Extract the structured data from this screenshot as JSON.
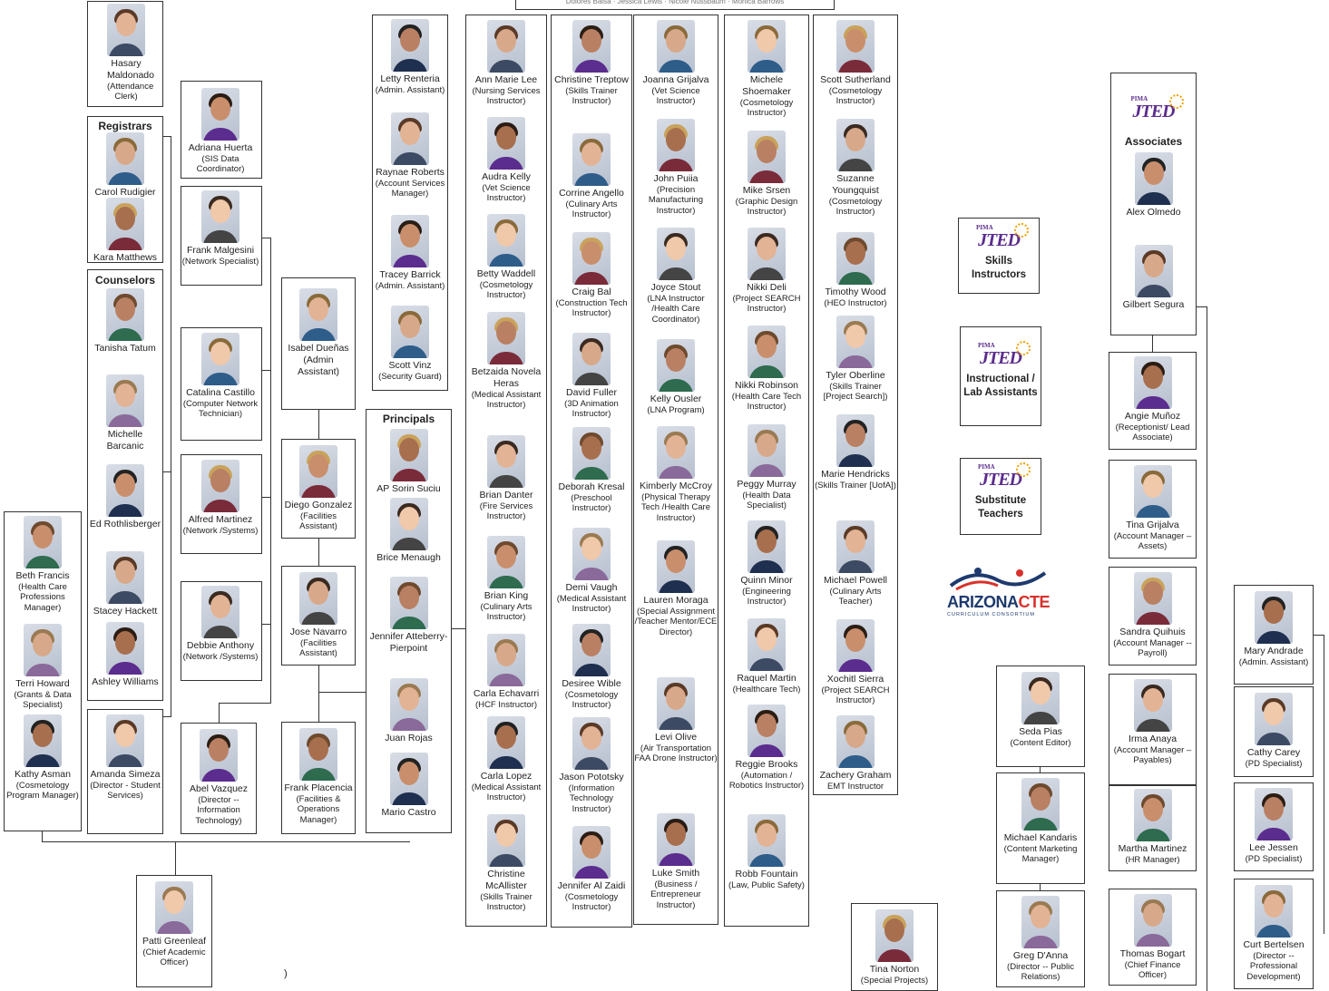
{
  "top_bar_text": "Dolores Balsa · Jessica Lewis · Nicole Nussbaum · Monica Barrows",
  "headers": {
    "registrars": "Registrars",
    "counselors": "Counselors",
    "principals": "Principals",
    "associates": "Associates"
  },
  "logos": {
    "jted_word": "JTED",
    "pima_word": "PIMA",
    "skills": "Skills Instructors",
    "instructional": "Instructional / Lab Assistants",
    "substitute": "Substitute Teachers",
    "azcte_arizona": "ARIZONA",
    "azcte_cte": "CTE",
    "azcte_sub": "CURRICULUM CONSORTIUM"
  },
  "stray_mark": ")",
  "people": {
    "hasary": {
      "name": "Hasary Maldonado",
      "title": "(Attendance Clerk)"
    },
    "adriana": {
      "name": "Adriana Huerta",
      "title": "(SIS Data Coordinator)"
    },
    "carol": {
      "name": "Carol Rudigier",
      "title": ""
    },
    "kara": {
      "name": "Kara Matthews",
      "title": ""
    },
    "frank_m": {
      "name": "Frank Malgesini",
      "title": "(Network Specialist)"
    },
    "tanisha": {
      "name": "Tanisha Tatum",
      "title": ""
    },
    "michelle_b": {
      "name": "Michelle Barcanic",
      "title": ""
    },
    "ed": {
      "name": "Ed Rothlisberger",
      "title": ""
    },
    "stacey": {
      "name": "Stacey Hackett",
      "title": ""
    },
    "ashley": {
      "name": "Ashley Williams",
      "title": ""
    },
    "catalina": {
      "name": "Catalina Castillo",
      "title": "(Computer Network Technician)"
    },
    "alfred": {
      "name": "Alfred Martinez",
      "title": "(Network /Systems)"
    },
    "debbie": {
      "name": "Debbie Anthony",
      "title": "(Network /Systems)"
    },
    "beth": {
      "name": "Beth Francis",
      "title": "(Health Care Professions Manager)"
    },
    "terri": {
      "name": "Terri Howard",
      "title": "(Grants  & Data Specialist)"
    },
    "kathy": {
      "name": "Kathy Asman",
      "title": "(Cosmetology Program Manager)"
    },
    "amanda": {
      "name": "Amanda Simeza",
      "title": "(Director - Student Services)"
    },
    "abel": {
      "name": "Abel Vazquez",
      "title": "(Director -- Information Technology)"
    },
    "isabel": {
      "name": "Isabel Dueñas (Admin Assistant)",
      "title": ""
    },
    "diego": {
      "name": "Diego Gonzalez",
      "title": "(Facilities Assistant)"
    },
    "jose": {
      "name": "Jose Navarro",
      "title": "(Facilities Assistant)"
    },
    "frank_p": {
      "name": "Frank Placencia",
      "title": "(Facilities & Operations Manager)"
    },
    "patti": {
      "name": "Patti Greenleaf",
      "title": "(Chief Academic Officer)"
    },
    "letty": {
      "name": "Letty Renteria",
      "title": "(Admin. Assistant)"
    },
    "raynae": {
      "name": "Raynae Roberts",
      "title": "(Account Services Manager)"
    },
    "tracey": {
      "name": "Tracey Barrick",
      "title": "(Admin. Assistant)"
    },
    "scott_v": {
      "name": "Scott Vinz",
      "title": "(Security Guard)"
    },
    "sorin": {
      "name": "AP Sorin Suciu",
      "title": ""
    },
    "brice": {
      "name": "Brice Menaugh",
      "title": ""
    },
    "jennifer_a": {
      "name": "Jennifer Atteberry-Pierpoint",
      "title": ""
    },
    "juan": {
      "name": "Juan Rojas",
      "title": ""
    },
    "mario": {
      "name": "Mario Castro",
      "title": ""
    },
    "annmarie": {
      "name": "Ann Marie Lee",
      "title": "(Nursing Services Instructor)"
    },
    "audra": {
      "name": "Audra Kelly",
      "title": "(Vet Science Instructor)"
    },
    "betty": {
      "name": "Betty Waddell",
      "title": "(Cosmetology Instructor)"
    },
    "betzaida": {
      "name": "Betzaida Novela Heras",
      "title": "(Medical Assistant Instructor)"
    },
    "brian_d": {
      "name": "Brian Danter",
      "title": "(Fire Services Instructor)"
    },
    "brian_k": {
      "name": "Brian King",
      "title": "(Culinary Arts Instructor)"
    },
    "carla_e": {
      "name": "Carla Echavarri",
      "title": "(HCF Instructor)"
    },
    "carla_l": {
      "name": "Carla Lopez",
      "title": "(Medical Assistant Instructor)"
    },
    "christine_m": {
      "name": "Christine McAllister",
      "title": "(Skills Trainer Instructor)"
    },
    "christine_t": {
      "name": "Christine Treptow",
      "title": "(Skills Trainer Instructor)"
    },
    "corrine": {
      "name": "Corrine Angello",
      "title": "(Culinary Arts Instructor)"
    },
    "craig": {
      "name": "Craig Bal",
      "title": "(Construction Tech  Instructor)"
    },
    "david": {
      "name": "David Fuller",
      "title": "(3D Animation Instructor)"
    },
    "deborah": {
      "name": "Deborah Kresal",
      "title": "(Preschool Instructor)"
    },
    "demi": {
      "name": "Demi Vaugh",
      "title": "(Medical Assistant Instructor)"
    },
    "desiree": {
      "name": "Desiree Wible",
      "title": "(Cosmetology Instructor)"
    },
    "jason": {
      "name": "Jason Pototsky",
      "title": "(Information Technology Instructor)"
    },
    "jennifer_z": {
      "name": "Jennifer Al Zaidi",
      "title": "(Cosmetology Instructor)"
    },
    "joanna": {
      "name": "Joanna Grijalva",
      "title": "(Vet Science Instructor)"
    },
    "john": {
      "name": "John Puiia",
      "title": "(Precision Manufacturing Instructor)"
    },
    "joyce": {
      "name": "Joyce Stout",
      "title": "(LNA Instructor /Health Care Coordinator)"
    },
    "kelly": {
      "name": "Kelly Ousler",
      "title": "(LNA Program)"
    },
    "kimberly": {
      "name": "Kimberly McCroy",
      "title": "(Physical Therapy Tech /Health Care Instructor)"
    },
    "lauren": {
      "name": "Lauren Moraga",
      "title": "(Special Assignment /Teacher Mentor/ECE Director)"
    },
    "levi": {
      "name": "Levi Olive",
      "title": "(Air Transportation FAA Drone Instructor)"
    },
    "luke": {
      "name": "Luke Smith",
      "title": "(Business / Entrepreneur Instructor)"
    },
    "michele_s": {
      "name": "Michele Shoemaker",
      "title": "(Cosmetology Instructor)"
    },
    "mike": {
      "name": "Mike Srsen",
      "title": "(Graphic Design Instructor)"
    },
    "nikki_d": {
      "name": "Nikki Deli",
      "title": "(Project SEARCH Instructor)"
    },
    "nikki_r": {
      "name": "Nikki Robinson",
      "title": "(Health Care Tech Instructor)"
    },
    "peggy": {
      "name": "Peggy Murray",
      "title": "(Health Data Specialist)"
    },
    "quinn": {
      "name": "Quinn Minor",
      "title": "(Engineering Instructor)"
    },
    "raquel": {
      "name": "Raquel Martin",
      "title": "(Healthcare Tech)"
    },
    "reggie": {
      "name": "Reggie Brooks",
      "title": "(Automation / Robotics Instructor)"
    },
    "robb": {
      "name": "Robb Fountain",
      "title": "(Law, Public Safety)"
    },
    "scott_s": {
      "name": "Scott Sutherland",
      "title": "(Cosmetology Instructor)"
    },
    "suzanne": {
      "name": "Suzanne Youngquist",
      "title": "(Cosmetology Instructor)"
    },
    "timothy": {
      "name": "Timothy Wood",
      "title": "(HEO Instructor)"
    },
    "tyler": {
      "name": "Tyler Oberline",
      "title": "(Skills Trainer [Project Search])"
    },
    "marie": {
      "name": "Marie Hendricks",
      "title": "(Skills Trainer [UofA])"
    },
    "michael_p": {
      "name": "Michael Powell",
      "title": "(Culinary Arts Teacher)"
    },
    "xochitl": {
      "name": "Xochitl Sierra",
      "title": "(Project SEARCH Instructor)"
    },
    "zachery": {
      "name": "Zachery Graham",
      "title": "EMT Instructor"
    },
    "tina_n": {
      "name": "Tina Norton",
      "title": "(Special Projects)"
    },
    "seda": {
      "name": "Seda Pias",
      "title": "(Content Editor)"
    },
    "michael_k": {
      "name": "Michael Kandaris",
      "title": "(Content Marketing Manager)"
    },
    "greg": {
      "name": "Greg D'Anna",
      "title": "(Director -- Public Relations)"
    },
    "alex": {
      "name": "Alex Olmedo",
      "title": ""
    },
    "gilbert": {
      "name": "Gilbert Segura",
      "title": ""
    },
    "angie": {
      "name": "Angie Muñoz",
      "title": "(Receptionist/ Lead Associate)"
    },
    "tina_g": {
      "name": "Tina Grijalva",
      "title": "(Account Manager –Assets)"
    },
    "sandra": {
      "name": "Sandra Quihuis",
      "title": "(Account Manager --Payroll)"
    },
    "irma": {
      "name": "Irma Anaya",
      "title": "(Account Manager – Payables)"
    },
    "martha": {
      "name": "Martha Martinez",
      "title": "(HR Manager)"
    },
    "thomas": {
      "name": "Thomas Bogart",
      "title": "(Chief Finance Officer)"
    },
    "mary": {
      "name": "Mary Andrade",
      "title": "(Admin. Assistant)"
    },
    "cathy": {
      "name": "Cathy Carey",
      "title": "(PD Specialist)"
    },
    "lee": {
      "name": "Lee Jessen",
      "title": "(PD Specialist)"
    },
    "curt": {
      "name": "Curt Bertelsen",
      "title": "(Director -- Professional Development)"
    }
  }
}
